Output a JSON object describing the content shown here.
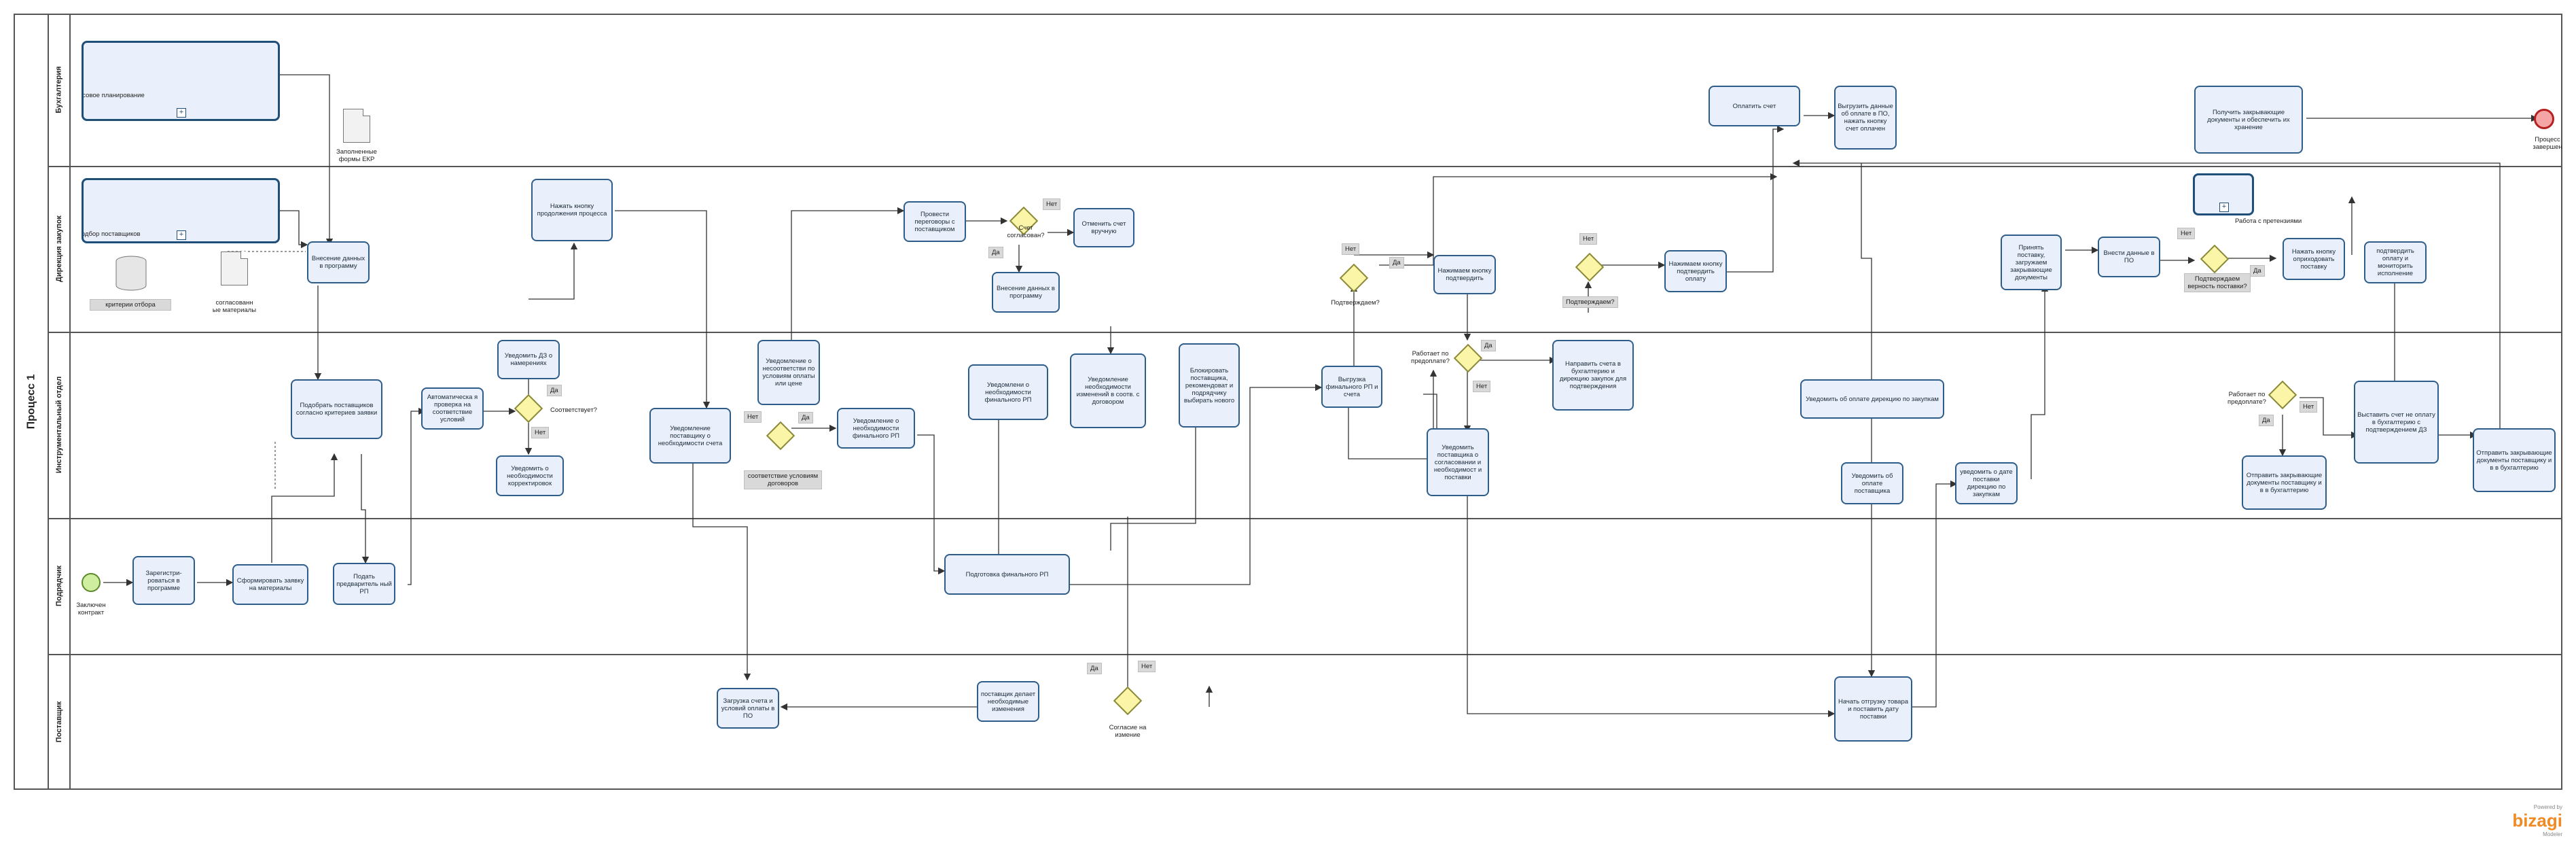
{
  "process_title": "Процесс 1",
  "lanes": [
    {
      "key": "accounting",
      "label": "Бухгалтерия"
    },
    {
      "key": "procurement",
      "label": "Дирекция закупок"
    },
    {
      "key": "initiator",
      "label": "Инструментальный отдел"
    },
    {
      "key": "contractor",
      "label": "Подрядчик"
    },
    {
      "key": "supplier",
      "label": "Поставщик"
    }
  ],
  "subprocesses": {
    "finplan": "Финансовое планирование",
    "supplier_select": "Подбор поставщиков",
    "claims": "Работа с претензиями"
  },
  "artifacts": {
    "filled_forms": "Заполненные формы ЕКР",
    "criteria": "критерии отбора",
    "agreed_materials": "согласованн\nые материалы"
  },
  "tasks": {
    "enter_program": "Внесение данных в программу",
    "press_continue": "Нажать кнопку продолжения процесса",
    "negotiate": "Провести переговоры с поставщиком",
    "cancel_invoice": "Отменить счет вручную",
    "enter_program2": "Внесение данных в программу",
    "approve_btn": "Нажимаем кнопку подтвердить",
    "press_confirm_pay": "Нажимаем кнопку подтвердить оплату",
    "pay_invoice": "Оплатить счет",
    "upload_pay": "Выгрузить данные об оплате в ПО, нажать кнопку счет оплачен",
    "accept_supply": "Принять поставку, загружаем закрывающие документы",
    "enter_po": "Внести данные в ПО",
    "press_supply_btn": "Нажать кнопку оприходовать поставку",
    "confirm_payment": "подтвердить оплату и мониторить исполнение",
    "get_closing_docs": "Получить закрывающие документы и обеспечить их хранение",
    "select_suppliers": "Подобрать поставщиков согласно критериев заявки",
    "auto_check": "Автоматическа я проверка на соответствие условий",
    "notify_intentions": "Уведомить ДЗ о намерениях",
    "notify_correction": "Уведомить о необходимости корректировок",
    "notify_supplier_invoice": "Уведомление поставщику о необходимости счета",
    "notify_mismatch": "Уведомление о несоответстви по условиям оплаты или цене",
    "notify_final_rp": "Уведомление о необходимости финального РП",
    "notify_final_rp2": "Уведомлени о необходимости финального РП",
    "notify_changes": "Уведомление необходимости изменений в соотв. с договором",
    "block_supplier": "Блокировать поставщика, рекомендоват и подрядчику выбирать нового",
    "upload_final_rp": "Выгрузка финального РП и счета",
    "send_invoice_accounting": "Направить счета в бухгалтерию и дирекцию закупок для подтверждения",
    "notify_agreement": "Уведомить поставщика о согласовании и необходимост и поставки",
    "notify_pay_procurement": "Уведомить об оплате дирекцию по закупкам",
    "notify_supplier_pay": "Уведомить об оплате поставщика",
    "notify_delivery_date": "уведомить о дате поставки дирекцию по закупкам",
    "send_closing_docs": "Отправить закрывающие документы поставщику и в в бухгалтерию",
    "issue_invoice": "Выставить счет не оплату в бухгалтерию с подтверждением ДЗ",
    "send_closing_docs2": "Отправить закрывающие документы поставщику и в в бухгалтерию",
    "register": "Зарегистри-роваться в программе",
    "form_request": "Сформировать заявку на материалы",
    "submit_rp": "Подать предваритель ный РП",
    "prepare_final_rp": "Подготовка финального РП",
    "load_invoice": "Загрузка счета и условий оплаты в ПО",
    "supplier_changes": "поставщик делает необходимые изменения",
    "start_shipment": "Начать отгрузку товара и поставить дату поставки"
  },
  "gateways": {
    "invoice_agreed": "Счет согласован?",
    "confirm1": "Подтверждаем?",
    "confirm2": "Подтверждаем?",
    "confirm_correct": "Подтверждаем верность поставки?",
    "matches": "Соответствует?",
    "works_upfront": "Работает по предоплате?",
    "works_upfront2": "Работает по предоплате?",
    "agree_change": "Согласие на измение"
  },
  "labels": {
    "yes": "Да",
    "no": "Нет",
    "contract_signed": "Заключен контракт",
    "process_end": "Процесс завершен",
    "terms_ok": "соответствие условиям договоров"
  },
  "branding": {
    "powered": "Powered by",
    "name": "bizagi",
    "sub": "Modeler"
  },
  "colors": {
    "task_fill": "#eaf0fb",
    "task_border": "#2f5d8a",
    "gateway": "#fbf5a8",
    "start": "#cfeea0",
    "end": "#f4a6a6"
  }
}
